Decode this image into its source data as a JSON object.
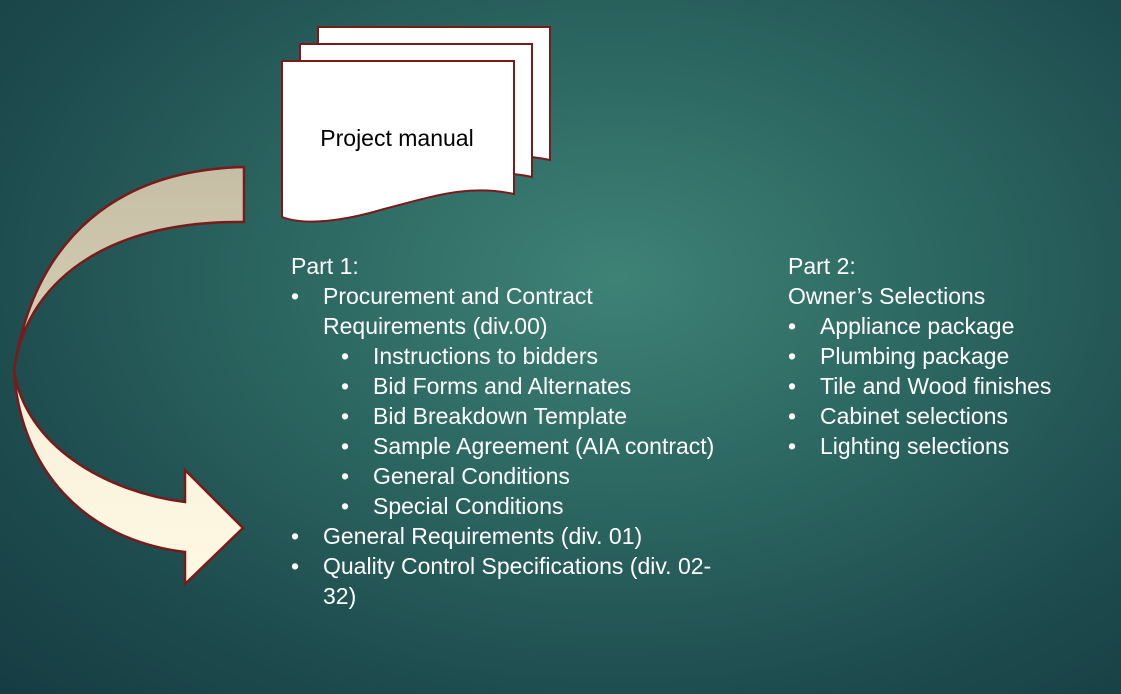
{
  "manual": {
    "title": "Project manual"
  },
  "part1": {
    "heading": "Part 1:",
    "items": [
      {
        "label": "Procurement and Contract Requirements (div.00)",
        "subitems": [
          "Instructions to bidders",
          "Bid Forms and Alternates",
          "Bid Breakdown Template",
          "Sample Agreement (AIA contract)",
          "General Conditions",
          "Special Conditions"
        ]
      },
      {
        "label": "General Requirements (div. 01)"
      },
      {
        "label": "Quality Control Specifications (div. 02-32)"
      }
    ]
  },
  "part2": {
    "heading": "Part 2:",
    "subheading": "Owner’s Selections",
    "items": [
      "Appliance package",
      "Plumbing package",
      "Tile and Wood finishes",
      "Cabinet selections",
      "Lighting selections"
    ]
  },
  "colors": {
    "outline": "#7a1a1a",
    "arrow_top": "#c9c2a8",
    "arrow_bottom": "#fdf6e0",
    "text": "#ffffff"
  }
}
